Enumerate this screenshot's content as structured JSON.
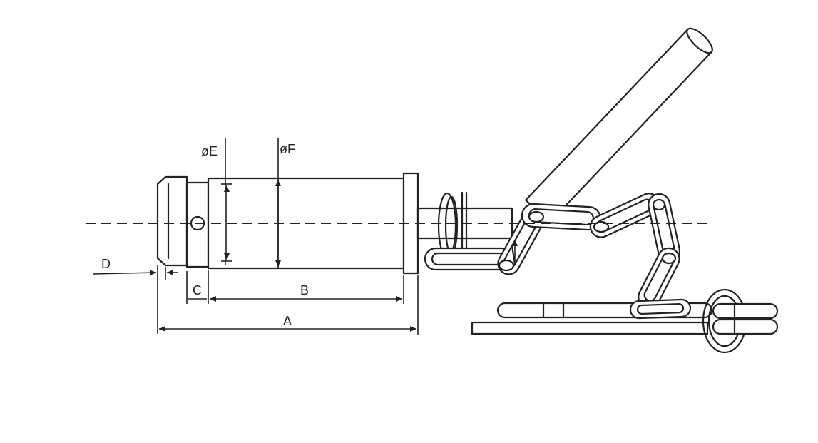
{
  "labels": {
    "dia_e": "øE",
    "dia_f": "øF",
    "dim_a": "A",
    "dim_b": "B",
    "dim_c": "C",
    "dim_d": "D"
  },
  "colors": {
    "ink": "#222222",
    "paper": "#ffffff"
  }
}
